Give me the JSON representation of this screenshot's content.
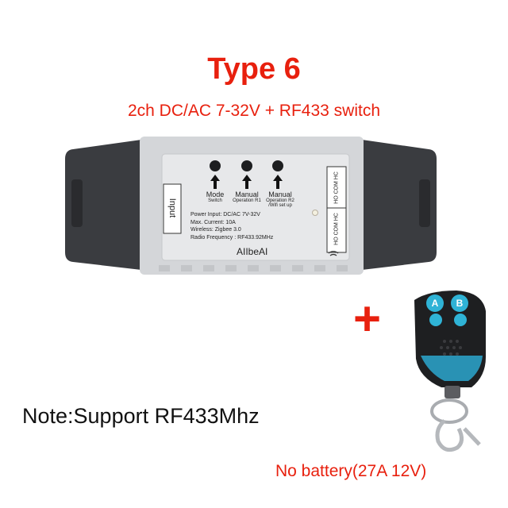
{
  "header": {
    "title": "Type 6",
    "subtitle": "2ch DC/AC 7-32V + RF433 switch"
  },
  "device": {
    "brand": "AIIbeAI",
    "input_label": "Input",
    "buttons": [
      {
        "title": "Mode",
        "sub": "Switch"
      },
      {
        "title": "Manual",
        "sub": "Operation R1"
      },
      {
        "title": "Manual",
        "sub": "Operation R2"
      }
    ],
    "wifi_setup": "/Wifi set up",
    "specs": [
      "Power Input:  DC/AC 7V-32V",
      "Max. Current:  10A",
      "Wireless:  Zigbee 3.0",
      "Radio Frequency : RF433.92MHz"
    ],
    "terminal_top": "НО СОМ НС",
    "terminal_bottom": "НО СОМ НС"
  },
  "remote": {
    "buttons": [
      "A",
      "B"
    ]
  },
  "plus_sign": "+",
  "note": "Note:Support RF433Mhz",
  "battery_note": "No battery(27A 12V)",
  "colors": {
    "accent": "#e8200e",
    "housing": "#3a3c40",
    "panel": "#e7e8ea",
    "remote_body": "#1e1f21",
    "remote_button": "#2fb3d6"
  }
}
